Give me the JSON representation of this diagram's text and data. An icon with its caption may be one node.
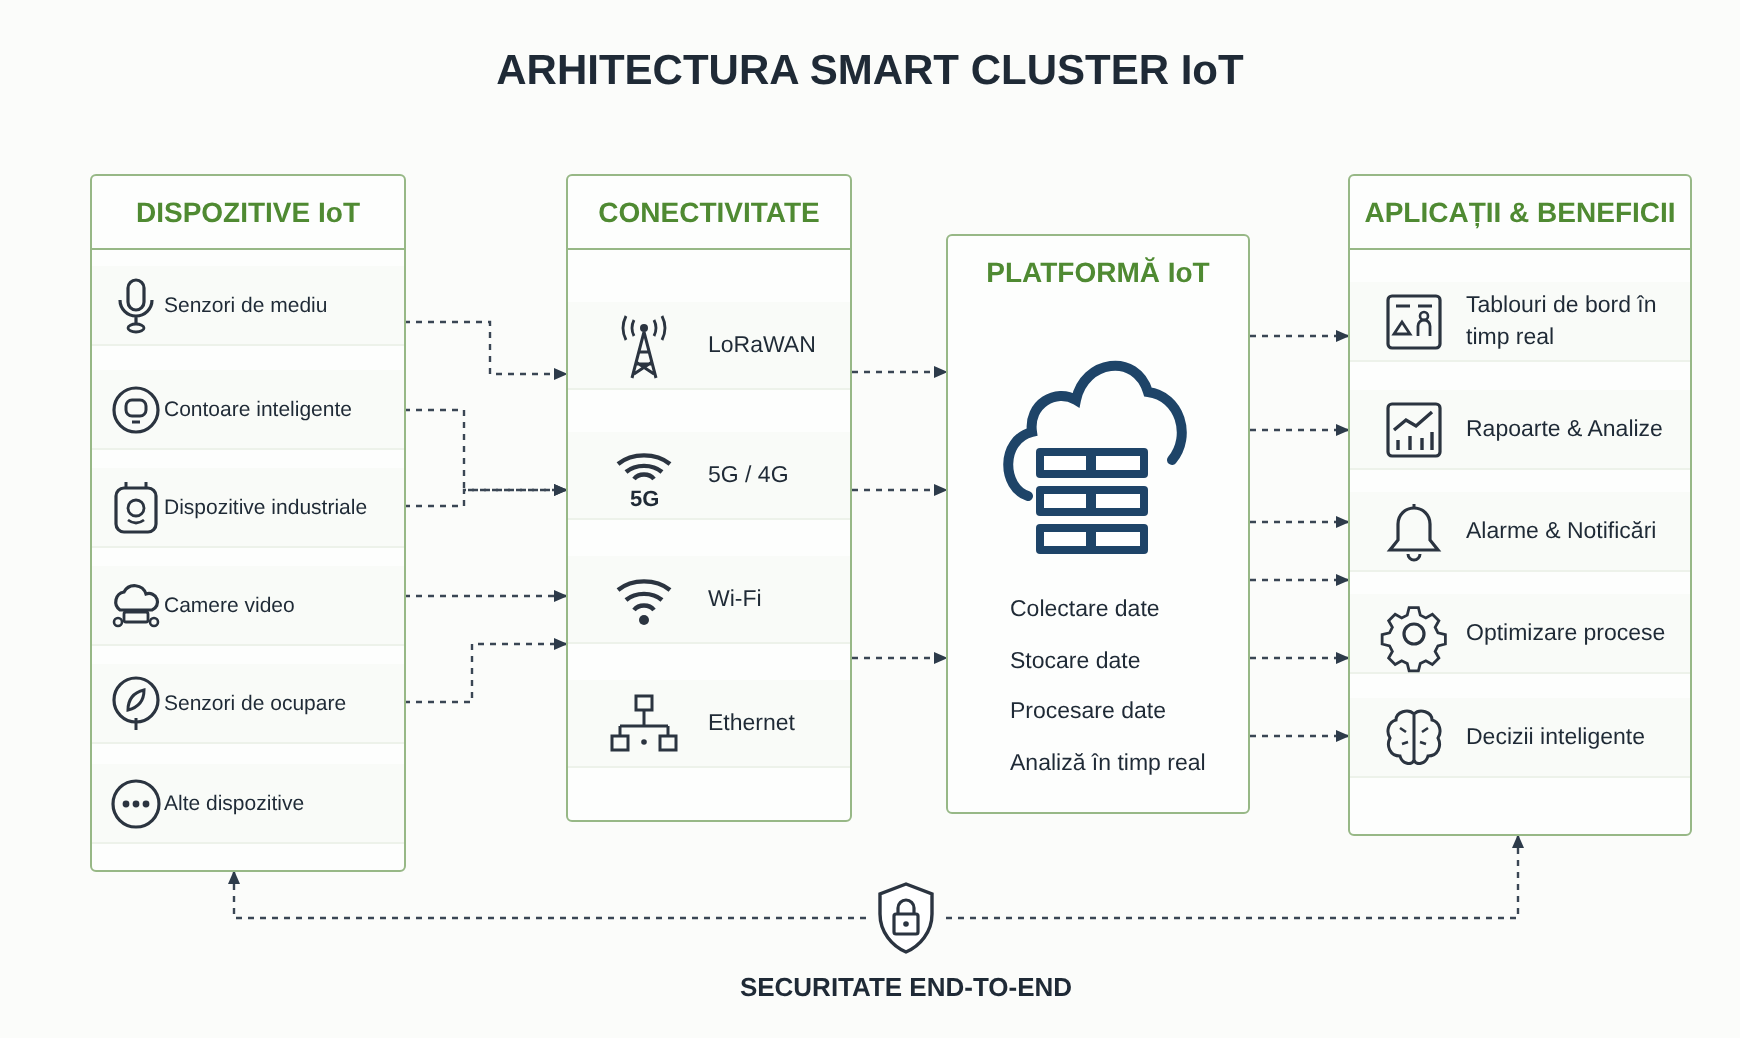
{
  "diagram": {
    "title": "ARHITECTURA SMART CLUSTER IoT",
    "nodes": [
      {
        "text": [
          "DISPOZITIVE IoT"
        ]
      },
      {
        "text": [
          "Senzori de mediu"
        ],
        "in": 0
      },
      {
        "text": [
          "Contoare inteligente"
        ],
        "in": 0
      },
      {
        "text": [
          "Dispozitive industriale"
        ],
        "in": 0
      },
      {
        "text": [
          "Camere video"
        ],
        "in": 0
      },
      {
        "text": [
          "Senzori de ocupare"
        ],
        "in": 0
      },
      {
        "text": [
          "Alte dispozitive"
        ],
        "in": 0
      },
      {
        "text": [
          "CONECTIVITATE"
        ]
      },
      {
        "text": [
          "LoRaWAN"
        ],
        "in": 7
      },
      {
        "text": [
          "5G / 4G"
        ],
        "in": 7
      },
      {
        "text": [
          "Wi-Fi"
        ],
        "in": 7
      },
      {
        "text": [
          "Ethernet"
        ],
        "in": 7
      },
      {
        "text": [
          "PLATFORMĂ IoT",
          "Colectare date",
          "Stocare date",
          "Procesare date",
          "Analiză în timp real"
        ]
      },
      {
        "text": [
          "APLICAȚII & BENEFICII"
        ]
      },
      {
        "text": [
          "Tablouri de bord în timp real"
        ],
        "in": 13
      },
      {
        "text": [
          "Rapoarte & Analize"
        ],
        "in": 13
      },
      {
        "text": [
          "Alarme & Notificări"
        ],
        "in": 13
      },
      {
        "text": [
          "Optimizare procese"
        ],
        "in": 13
      },
      {
        "text": [
          "Decizii inteligente"
        ],
        "in": 13
      },
      {
        "text": [
          "SECURITATE END-TO-END"
        ]
      }
    ],
    "edges": [
      {
        "from": 1,
        "to": 7,
        "arrow": "to",
        "style": "dashed"
      },
      {
        "from": 2,
        "to": 7,
        "arrow": "to",
        "style": "dashed"
      },
      {
        "from": 3,
        "to": 7,
        "arrow": "to",
        "style": "dashed"
      },
      {
        "from": 4,
        "to": 7,
        "arrow": "to",
        "style": "dashed"
      },
      {
        "from": 5,
        "to": 7,
        "arrow": "to",
        "style": "dashed"
      },
      {
        "from": 7,
        "to": 12,
        "arrow": "to",
        "style": "dashed"
      },
      {
        "from": 7,
        "to": 12,
        "arrow": "to",
        "style": "dashed"
      },
      {
        "from": 7,
        "to": 12,
        "arrow": "to",
        "style": "dashed"
      },
      {
        "from": 12,
        "to": 13,
        "arrow": "to",
        "style": "dashed"
      },
      {
        "from": 12,
        "to": 13,
        "arrow": "to",
        "style": "dashed"
      },
      {
        "from": 12,
        "to": 13,
        "arrow": "to",
        "style": "dashed"
      },
      {
        "from": 12,
        "to": 13,
        "arrow": "to",
        "style": "dashed"
      },
      {
        "from": 12,
        "to": 13,
        "arrow": "to",
        "style": "dashed"
      },
      {
        "from": 12,
        "to": 13,
        "arrow": "to",
        "style": "dashed"
      },
      {
        "from": 19,
        "to": 0,
        "arrow": "to",
        "style": "dashed"
      },
      {
        "from": 19,
        "to": 13,
        "arrow": "to",
        "style": "dashed"
      }
    ],
    "labels": [
      "5G"
    ]
  }
}
